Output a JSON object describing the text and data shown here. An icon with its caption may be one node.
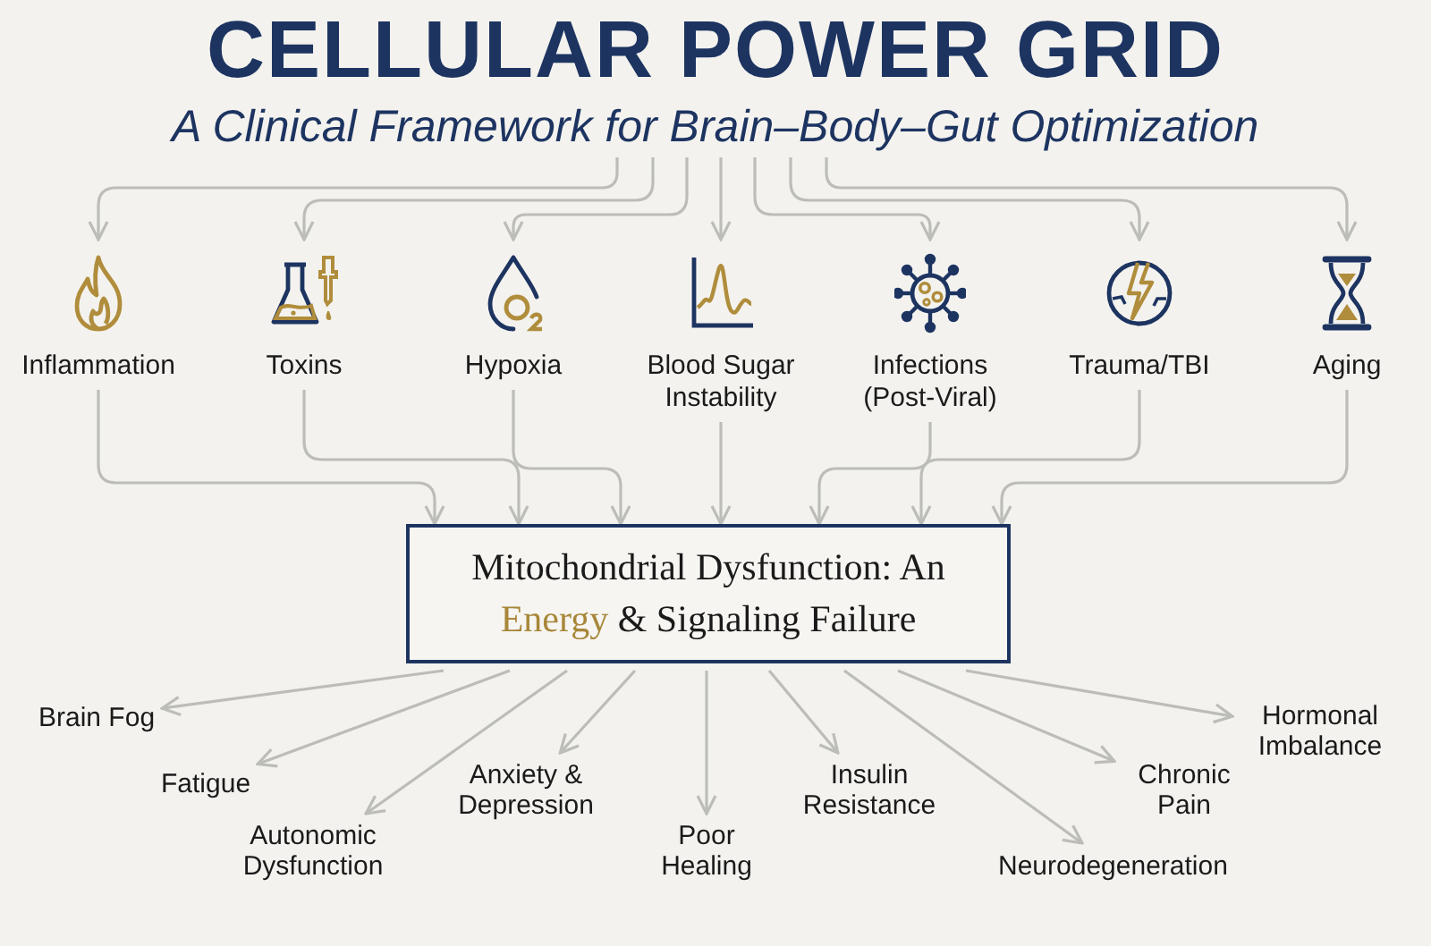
{
  "diagram": {
    "title": "CELLULAR POWER GRID",
    "nodes": [
      {
        "text": [
          "A Clinical Framework for Brain–Body–Gut Optimization"
        ]
      },
      {
        "text": [
          "Inflammation"
        ]
      },
      {
        "text": [
          "Toxins"
        ]
      },
      {
        "text": [
          "Hypoxia"
        ]
      },
      {
        "text": [
          "Blood Sugar Instability"
        ]
      },
      {
        "text": [
          "Infections (Post-Viral)"
        ]
      },
      {
        "text": [
          "Trauma/TBI"
        ]
      },
      {
        "text": [
          "Aging"
        ]
      },
      {
        "text": [
          "Mitochondrial Dysfunction: An **Energy** & Signaling Failure"
        ]
      },
      {
        "text": [
          "Brain Fog"
        ]
      },
      {
        "text": [
          "Fatigue"
        ]
      },
      {
        "text": [
          "Autonomic Dysfunction"
        ]
      },
      {
        "text": [
          "Anxiety & Depression"
        ]
      },
      {
        "text": [
          "Poor Healing"
        ]
      },
      {
        "text": [
          "Insulin Resistance"
        ]
      },
      {
        "text": [
          "Neurodegeneration"
        ]
      },
      {
        "text": [
          "Chronic Pain"
        ]
      },
      {
        "text": [
          "Hormonal Imbalance"
        ]
      }
    ],
    "edges": [
      {
        "from": 0,
        "to": 1,
        "arrow": "to"
      },
      {
        "from": 0,
        "to": 2,
        "arrow": "to"
      },
      {
        "from": 0,
        "to": 3,
        "arrow": "to"
      },
      {
        "from": 0,
        "to": 4,
        "arrow": "to"
      },
      {
        "from": 0,
        "to": 5,
        "arrow": "to"
      },
      {
        "from": 0,
        "to": 6,
        "arrow": "to"
      },
      {
        "from": 0,
        "to": 7,
        "arrow": "to"
      },
      {
        "from": 1,
        "to": 8,
        "arrow": "to"
      },
      {
        "from": 2,
        "to": 8,
        "arrow": "to"
      },
      {
        "from": 3,
        "to": 8,
        "arrow": "to"
      },
      {
        "from": 4,
        "to": 8,
        "arrow": "to"
      },
      {
        "from": 5,
        "to": 8,
        "arrow": "to"
      },
      {
        "from": 6,
        "to": 8,
        "arrow": "to"
      },
      {
        "from": 7,
        "to": 8,
        "arrow": "to"
      },
      {
        "from": 8,
        "to": 9,
        "arrow": "to"
      },
      {
        "from": 8,
        "to": 10,
        "arrow": "to"
      },
      {
        "from": 8,
        "to": 11,
        "arrow": "to"
      },
      {
        "from": 8,
        "to": 12,
        "arrow": "to"
      },
      {
        "from": 8,
        "to": 13,
        "arrow": "to"
      },
      {
        "from": 8,
        "to": 14,
        "arrow": "to"
      },
      {
        "from": 8,
        "to": 15,
        "arrow": "to"
      },
      {
        "from": 8,
        "to": 16,
        "arrow": "to"
      },
      {
        "from": 8,
        "to": 17,
        "arrow": "to"
      }
    ]
  }
}
